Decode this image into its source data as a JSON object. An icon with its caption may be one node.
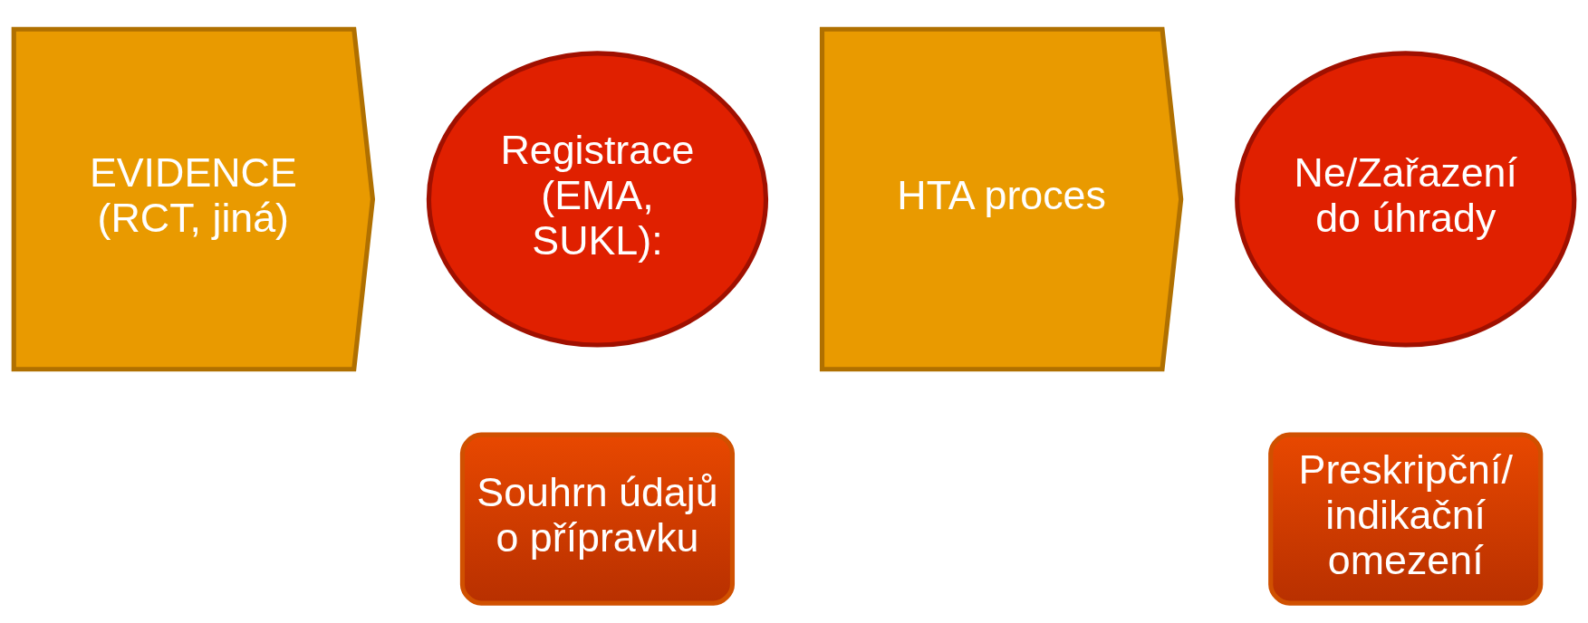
{
  "diagram": {
    "nodes": [
      {
        "text": [
          "EVIDENCE (RCT, jiná)"
        ]
      },
      {
        "text": [
          "Registrace (EMA, SUKL):"
        ]
      },
      {
        "text": [
          "HTA proces"
        ]
      },
      {
        "text": [
          "Ne/Zařazení do úhrady"
        ]
      },
      {
        "text": [
          "Souhrn údajů o přípravku"
        ]
      },
      {
        "text": [
          "Preskripční/ indikační omezení"
        ]
      }
    ]
  }
}
